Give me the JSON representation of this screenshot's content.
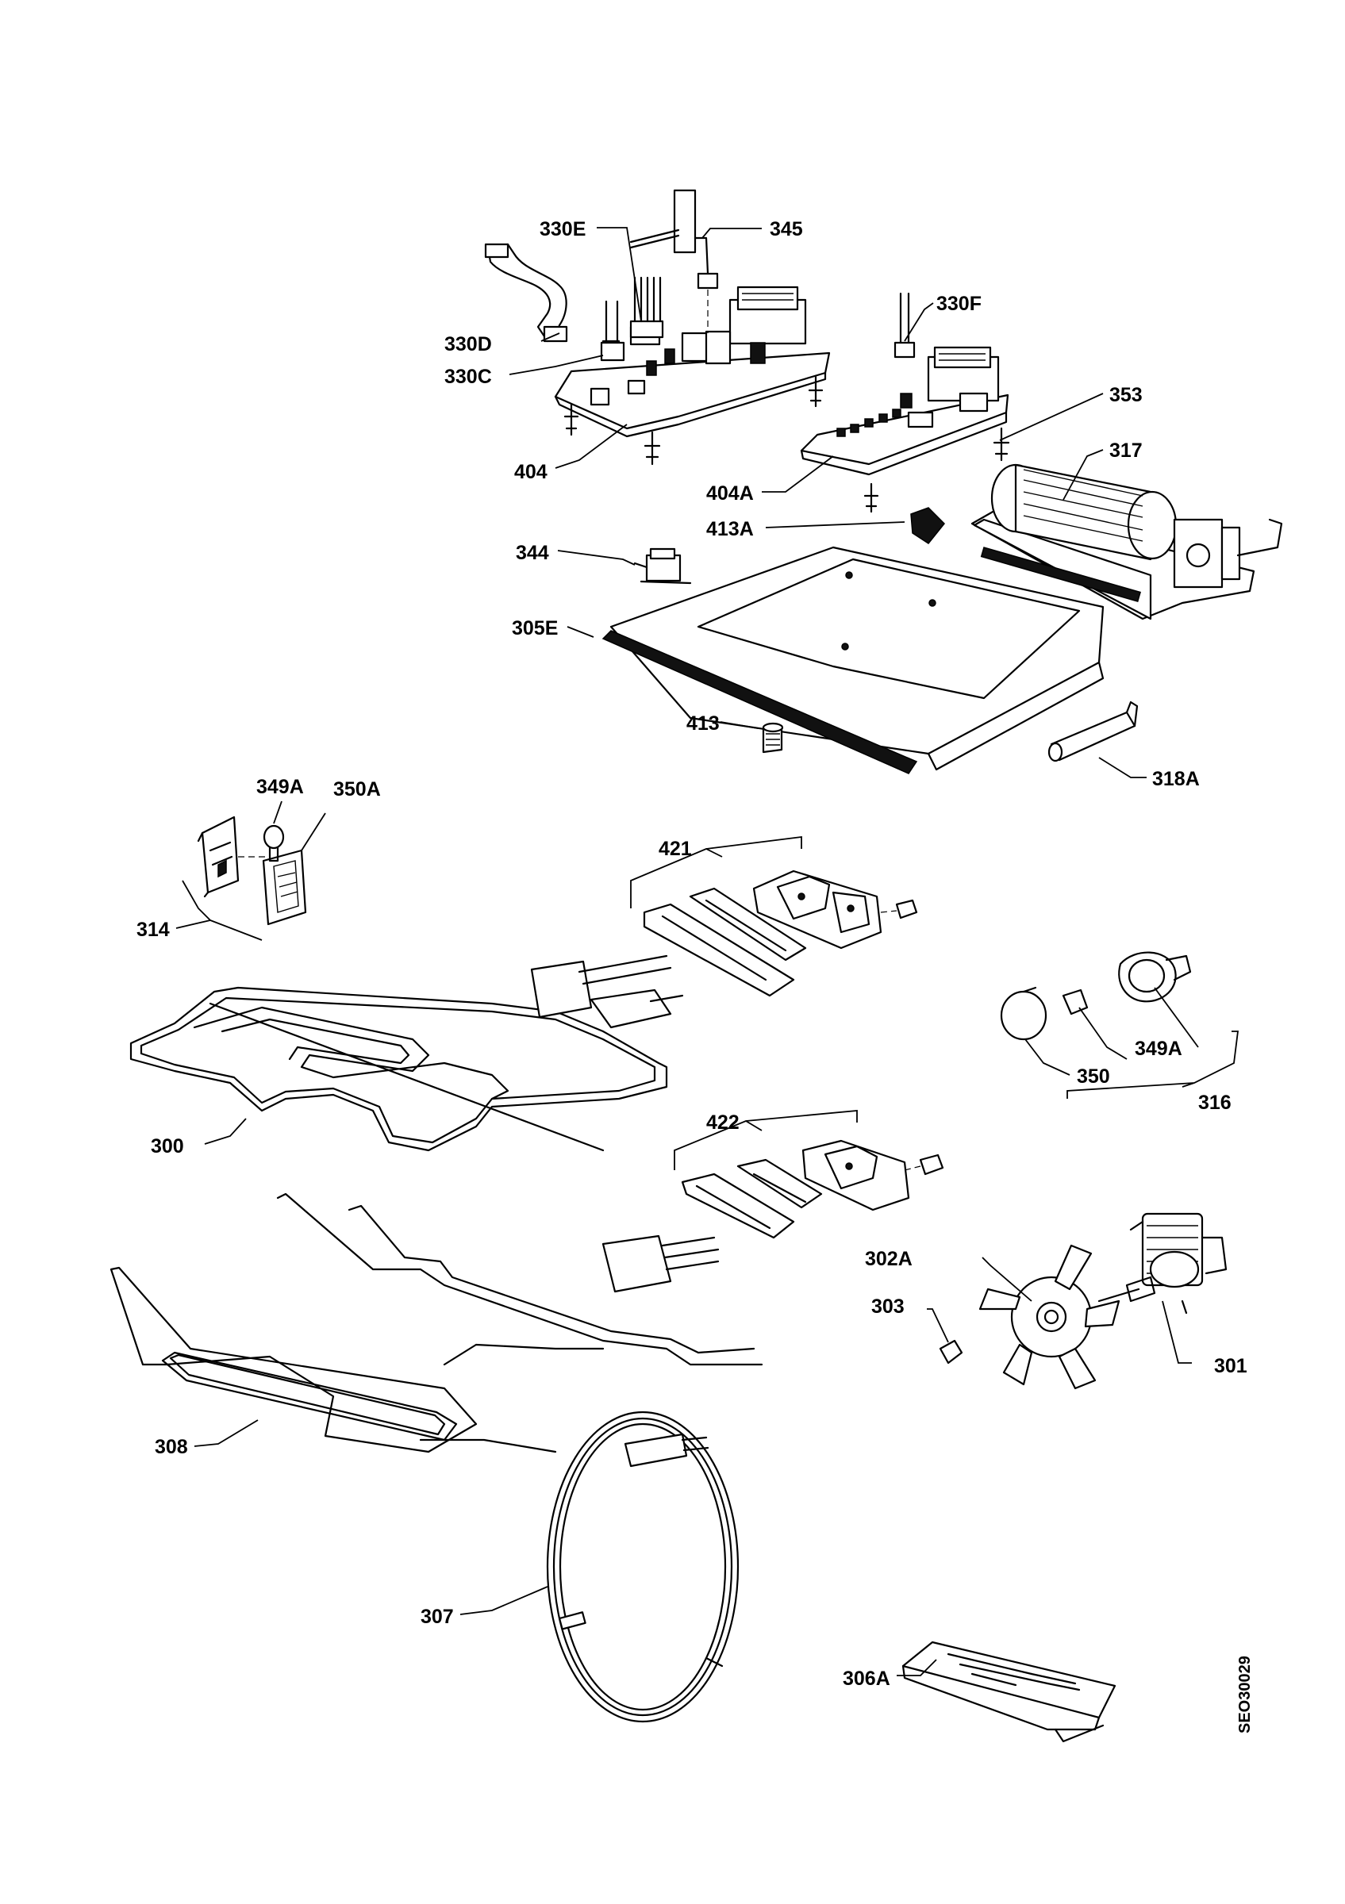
{
  "diagram": {
    "code": "SEO30029",
    "labels": {
      "l330E": "330E",
      "l345": "345",
      "l330D": "330D",
      "l330C": "330C",
      "l330F": "330F",
      "l353": "353",
      "l317": "317",
      "l404": "404",
      "l404A": "404A",
      "l413A": "413A",
      "l344": "344",
      "l305E": "305E",
      "l413": "413",
      "l318A": "318A",
      "l349A_top": "349A",
      "l350A": "350A",
      "l314": "314",
      "l421": "421",
      "l316": "316",
      "l349A_right": "349A",
      "l350": "350",
      "l300": "300",
      "l422": "422",
      "l302A": "302A",
      "l303": "303",
      "l301": "301",
      "l308": "308",
      "l307": "307",
      "l306A": "306A"
    }
  }
}
